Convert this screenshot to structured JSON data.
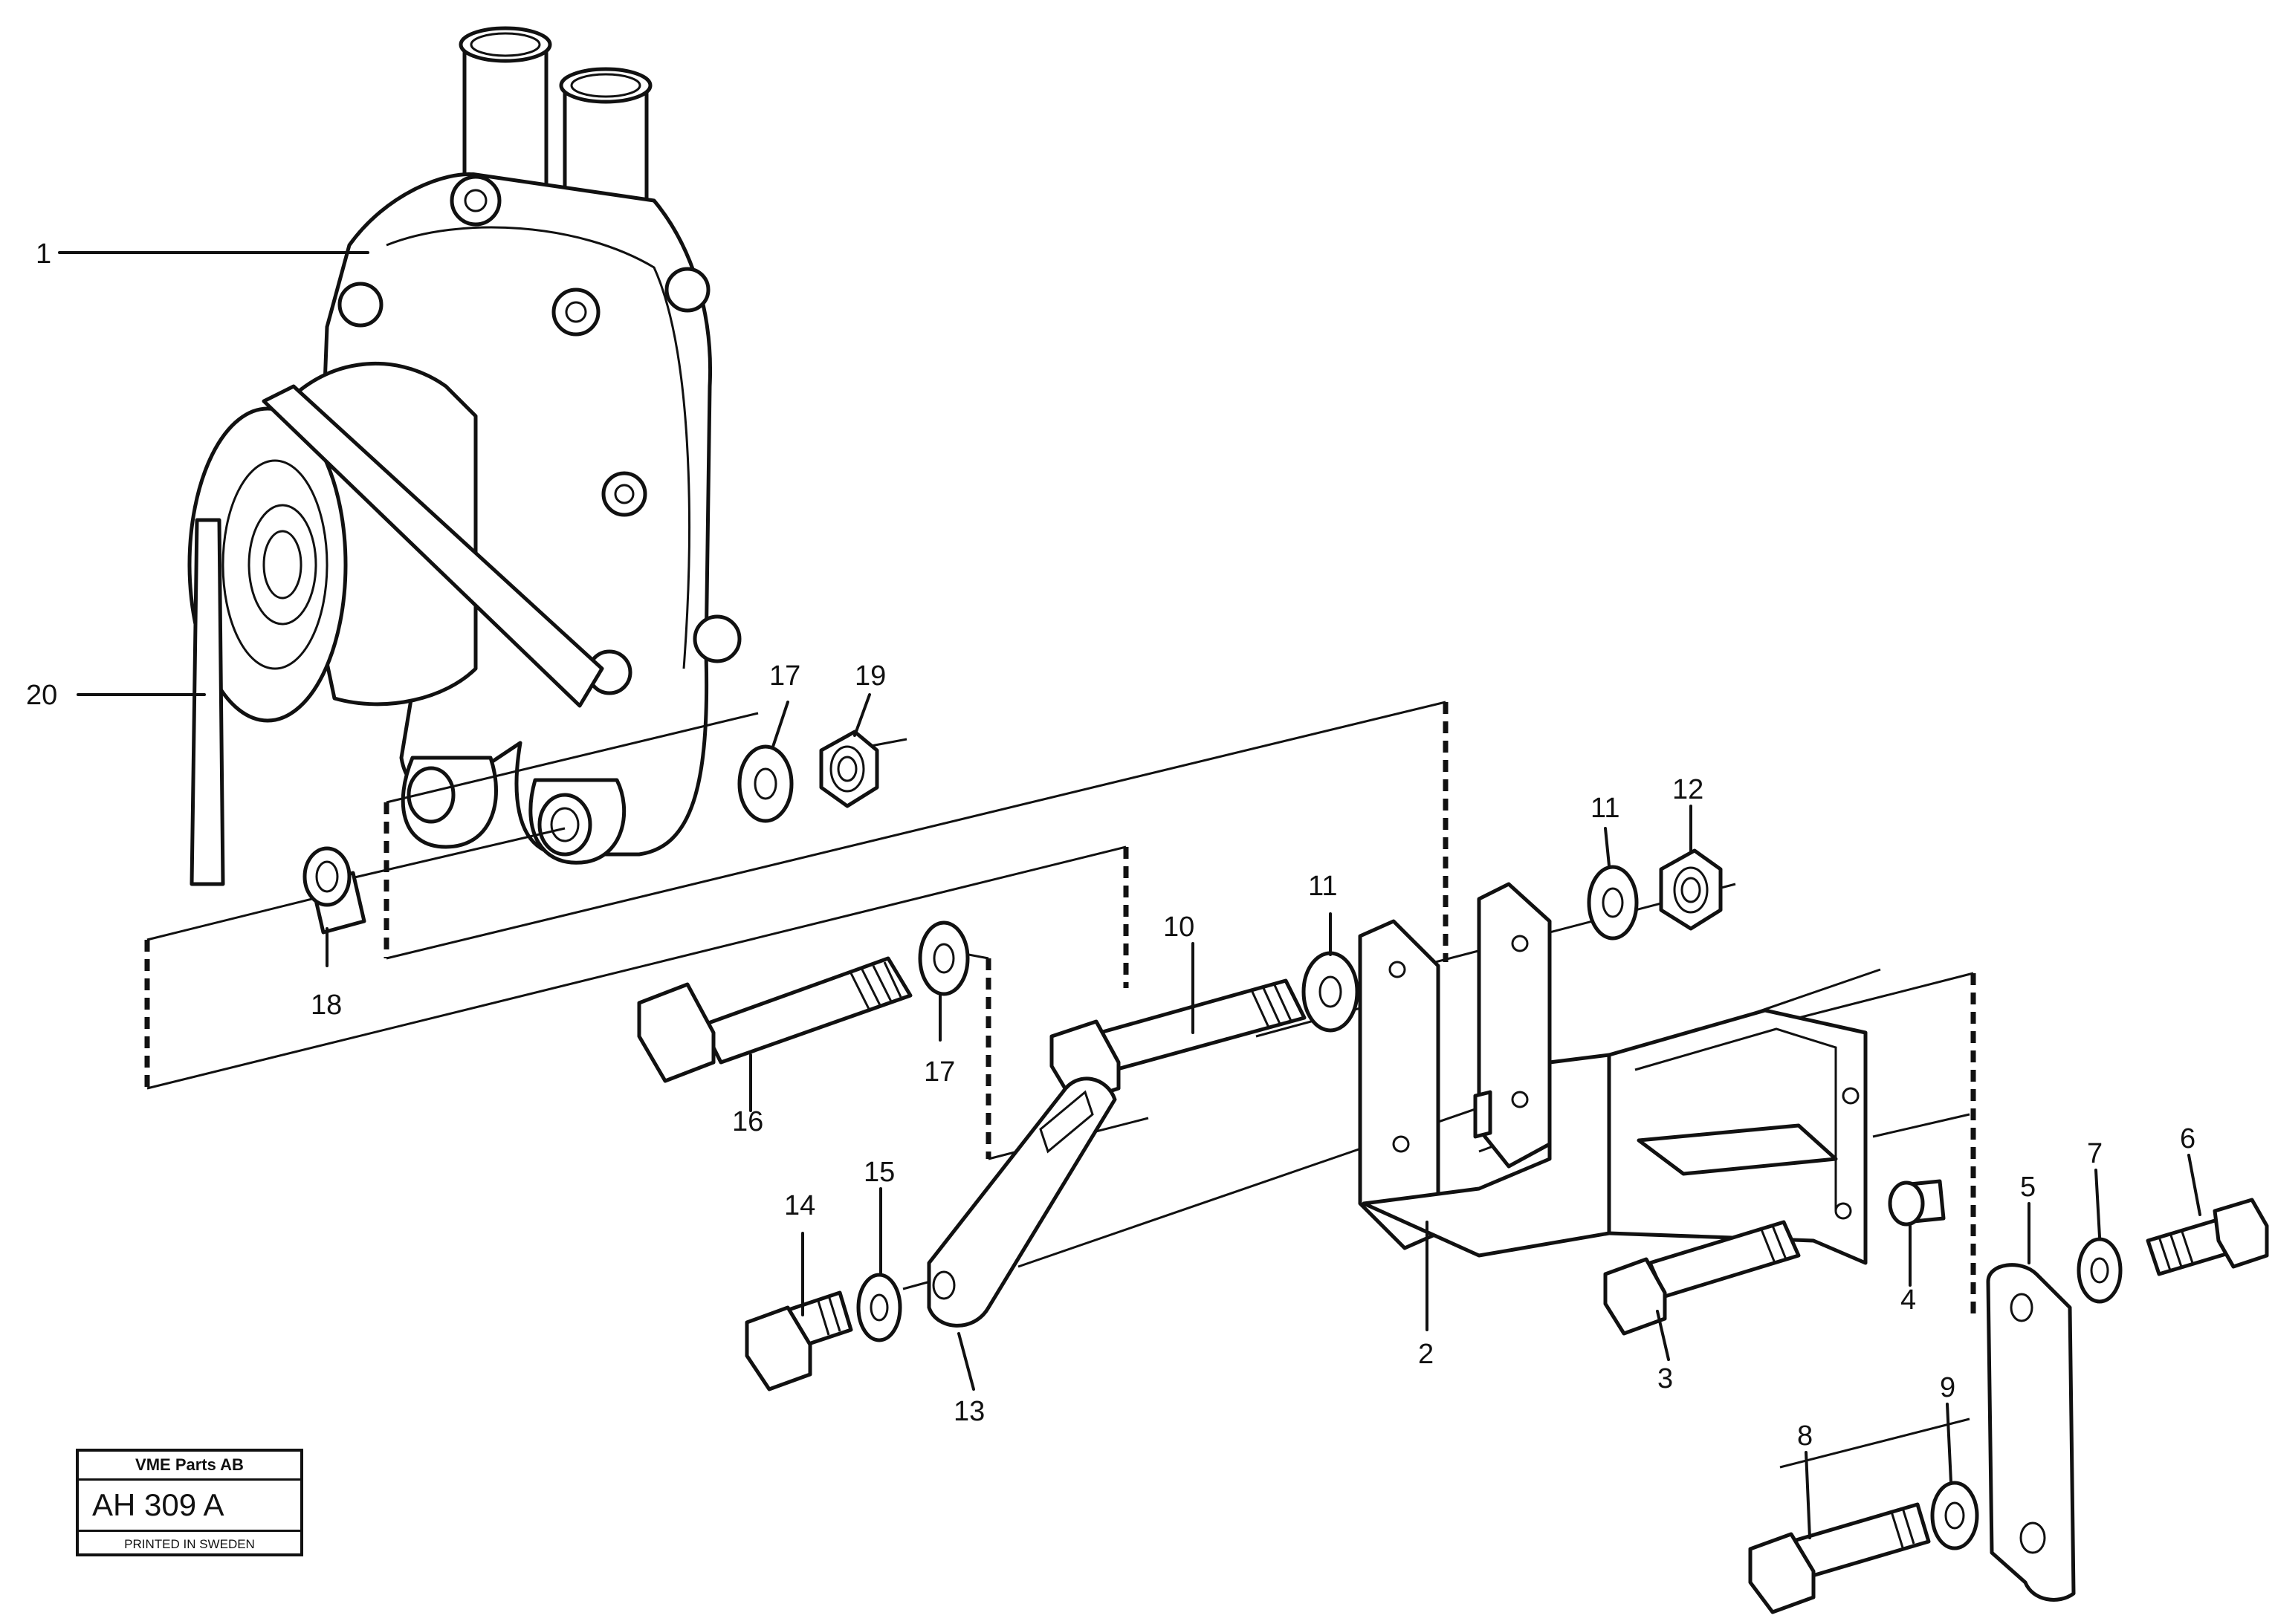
{
  "labels": {
    "n1": "1",
    "n2": "2",
    "n3": "3",
    "n4": "4",
    "n5": "5",
    "n6": "6",
    "n7": "7",
    "n8": "8",
    "n9": "9",
    "n10": "10",
    "n11a": "11",
    "n11b": "11",
    "n12": "12",
    "n13": "13",
    "n14": "14",
    "n15": "15",
    "n16": "16",
    "n17a": "17",
    "n17b": "17",
    "n18": "18",
    "n19": "19",
    "n20": "20"
  },
  "title_block": {
    "company": "VME Parts AB",
    "code": "AH 309  A",
    "printed": "PRINTED IN SWEDEN"
  }
}
